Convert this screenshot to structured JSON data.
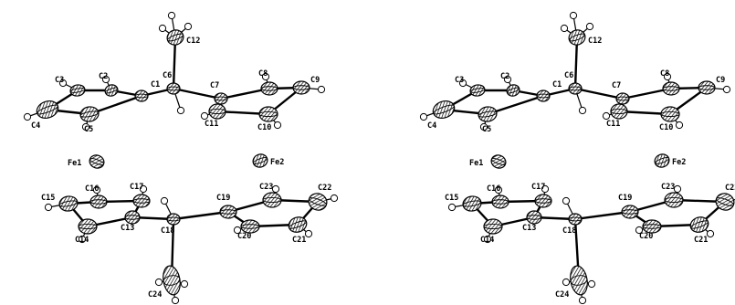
{
  "figure": {
    "panels": [
      {
        "name": "left"
      },
      {
        "name": "right"
      }
    ],
    "atoms": [
      {
        "id": "C1",
        "label": "C1",
        "type": "C"
      },
      {
        "id": "C2",
        "label": "C2",
        "type": "C"
      },
      {
        "id": "C3",
        "label": "C3",
        "type": "C"
      },
      {
        "id": "C4",
        "label": "C4",
        "type": "C"
      },
      {
        "id": "C5",
        "label": "C5",
        "type": "C"
      },
      {
        "id": "C6",
        "label": "C6",
        "type": "C"
      },
      {
        "id": "C7",
        "label": "C7",
        "type": "C"
      },
      {
        "id": "C8",
        "label": "C8",
        "type": "C"
      },
      {
        "id": "C9",
        "label": "C9",
        "type": "C"
      },
      {
        "id": "C10",
        "label": "C10",
        "type": "C"
      },
      {
        "id": "C11",
        "label": "C11",
        "type": "C"
      },
      {
        "id": "C12",
        "label": "C12",
        "type": "C"
      },
      {
        "id": "Fe1",
        "label": "Fe1",
        "type": "Fe"
      },
      {
        "id": "Fe2",
        "label": "Fe2",
        "type": "Fe"
      },
      {
        "id": "C13",
        "label": "C13",
        "type": "C"
      },
      {
        "id": "C14",
        "label": "C14",
        "type": "C"
      },
      {
        "id": "C15",
        "label": "C15",
        "type": "C"
      },
      {
        "id": "C16",
        "label": "C16",
        "type": "C"
      },
      {
        "id": "C17",
        "label": "C17",
        "type": "C"
      },
      {
        "id": "C18",
        "label": "C18",
        "type": "C"
      },
      {
        "id": "C19",
        "label": "C19",
        "type": "C"
      },
      {
        "id": "C20",
        "label": "C20",
        "type": "C"
      },
      {
        "id": "C21",
        "label": "C21",
        "type": "C"
      },
      {
        "id": "C22",
        "label": "C22",
        "type": "C"
      },
      {
        "id": "C23",
        "label": "C23",
        "type": "C"
      },
      {
        "id": "C24",
        "label": "C24",
        "type": "C"
      }
    ]
  }
}
